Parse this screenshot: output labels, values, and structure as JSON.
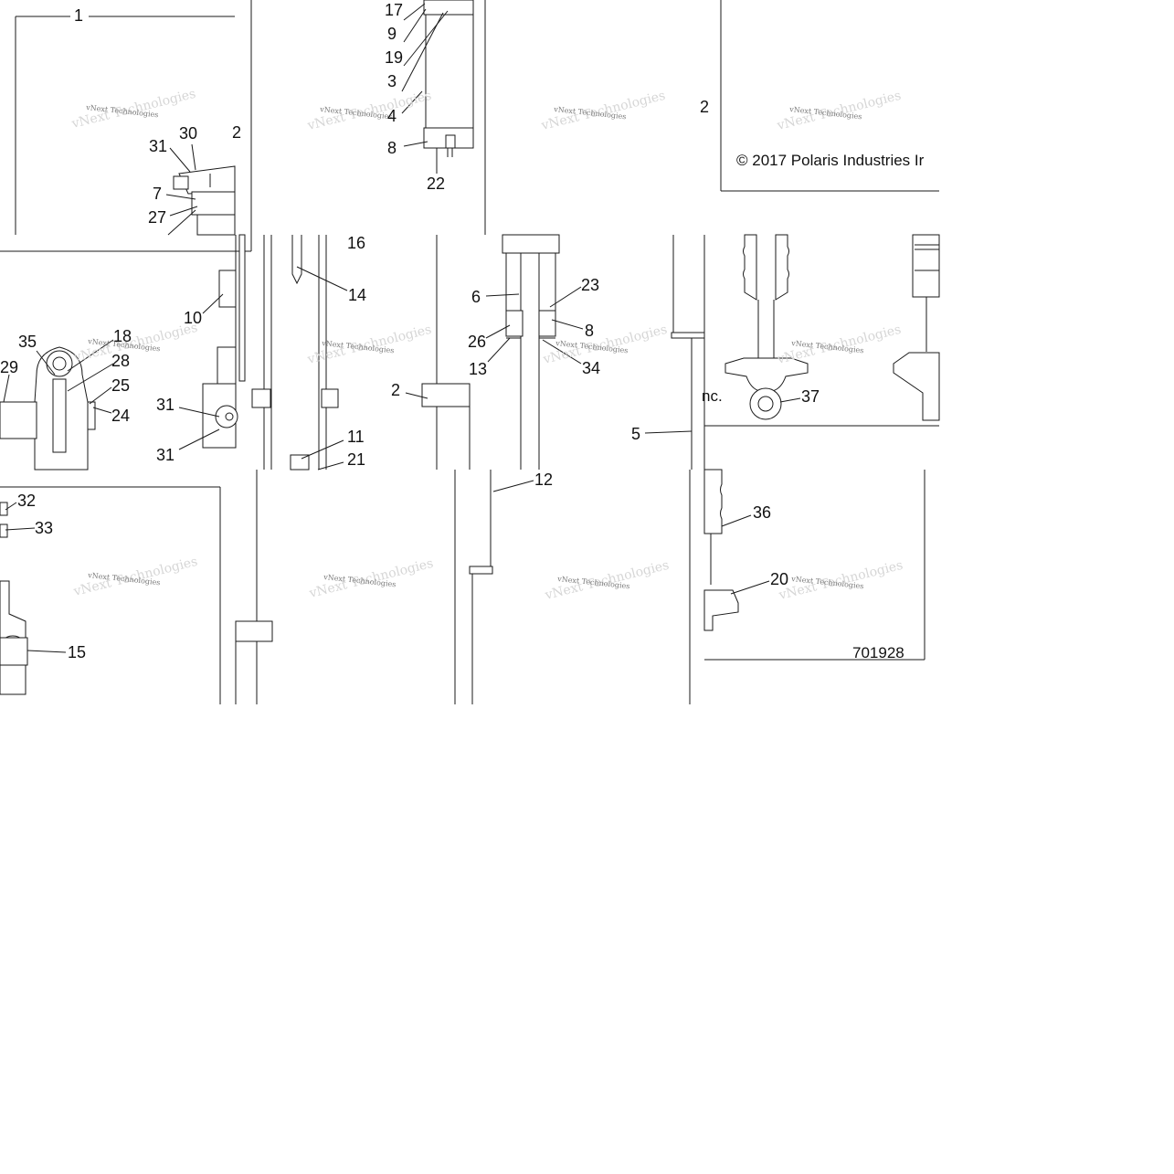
{
  "callouts": [
    {
      "id": "c1",
      "text": "1"
    },
    {
      "id": "c17",
      "text": "17"
    },
    {
      "id": "c9",
      "text": "9"
    },
    {
      "id": "c19",
      "text": "19"
    },
    {
      "id": "c3",
      "text": "3"
    },
    {
      "id": "c4",
      "text": "4"
    },
    {
      "id": "c8a",
      "text": "8"
    },
    {
      "id": "c22",
      "text": "22"
    },
    {
      "id": "c30",
      "text": "30"
    },
    {
      "id": "c31a",
      "text": "31"
    },
    {
      "id": "c7",
      "text": "7"
    },
    {
      "id": "c27",
      "text": "27"
    },
    {
      "id": "c16",
      "text": "16"
    },
    {
      "id": "c14",
      "text": "14"
    },
    {
      "id": "c10",
      "text": "10"
    },
    {
      "id": "c6",
      "text": "6"
    },
    {
      "id": "c23",
      "text": "23"
    },
    {
      "id": "c8b",
      "text": "8"
    },
    {
      "id": "c26",
      "text": "26"
    },
    {
      "id": "c13",
      "text": "13"
    },
    {
      "id": "c34",
      "text": "34"
    },
    {
      "id": "c35",
      "text": "35"
    },
    {
      "id": "c18",
      "text": "18"
    },
    {
      "id": "c28",
      "text": "28"
    },
    {
      "id": "c29",
      "text": "29"
    },
    {
      "id": "c25",
      "text": "25"
    },
    {
      "id": "c24",
      "text": "24"
    },
    {
      "id": "c31b",
      "text": "31"
    },
    {
      "id": "c31c",
      "text": "31"
    },
    {
      "id": "c2",
      "text": "2"
    },
    {
      "id": "c11",
      "text": "11"
    },
    {
      "id": "c21",
      "text": "21"
    },
    {
      "id": "c5",
      "text": "5"
    },
    {
      "id": "c37",
      "text": "37"
    },
    {
      "id": "c12",
      "text": "12"
    },
    {
      "id": "c32",
      "text": "32"
    },
    {
      "id": "c33",
      "text": "33"
    },
    {
      "id": "c36",
      "text": "36"
    },
    {
      "id": "c20",
      "text": "20"
    },
    {
      "id": "c15",
      "text": "15"
    }
  ],
  "copyright": "© 2017 Polaris Industries Ir",
  "copyright_fragment": "nc.",
  "edge_fragment_a": "2",
  "edge_fragment_b": "2",
  "reference_number": "701928",
  "watermark_text": "vNext Technologies",
  "colors": {
    "line": "#1a1a1a",
    "watermark": "#7a7a7a",
    "background": "#ffffff"
  }
}
